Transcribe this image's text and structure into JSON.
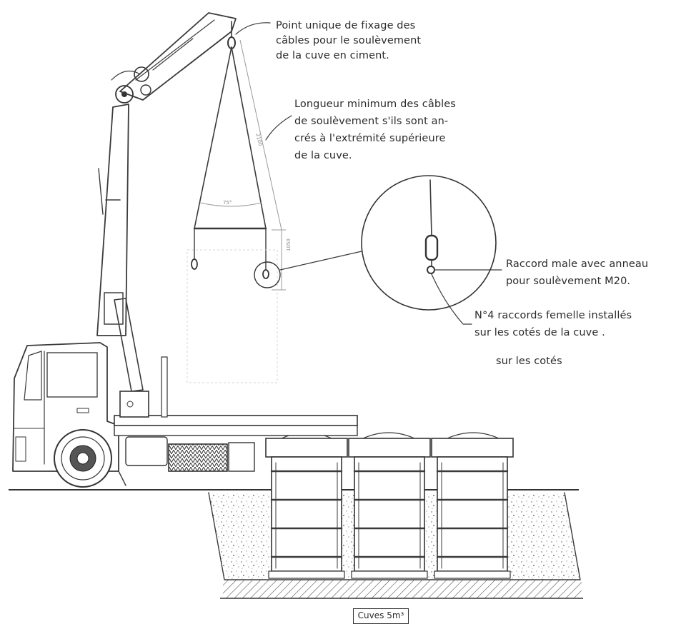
{
  "annotations": {
    "lifting_point": [
      "Point unique de fixage des",
      "câbles pour le soulèvement",
      "de la cuve en ciment."
    ],
    "cable_length": [
      "Longueur minimum des câbles",
      "de soulèvement s'ils sont an-",
      "crés à l'extrémité supérieure",
      "de la cuve."
    ],
    "male_fitting": [
      "Raccord male avec anneau",
      "pour soulèvement M20."
    ],
    "female_fittings": [
      "N°4 raccords femelle installés",
      "sur les cotés de la cuve ."
    ],
    "sides": "sur les cotés"
  },
  "dimensions": {
    "angle": "75°",
    "cable_length": "2100",
    "hook_drop": "1050"
  },
  "caption": "Cuves 5m³",
  "colors": {
    "ink": "#3a3a3a",
    "paper": "#ffffff",
    "soil": "#9a9a9a"
  }
}
